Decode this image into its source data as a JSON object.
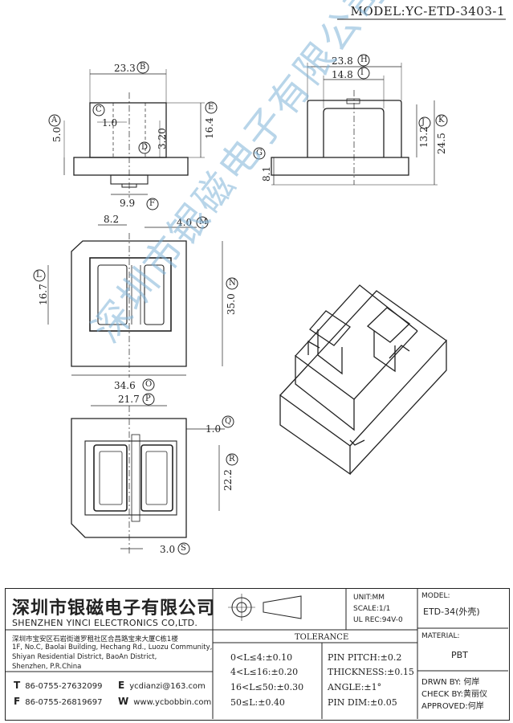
{
  "model_title": "MODEL:YC-ETD-3403-1",
  "dims": {
    "b": "23.3",
    "b_tag": "B",
    "c_tag": "C",
    "c": "1.0",
    "d_tag": "D",
    "d": "3.20",
    "a_tag": "A",
    "a": "5.0",
    "e_tag": "E",
    "e": "16.4",
    "f": "9.9",
    "f_tag": "F",
    "h": "23.8",
    "h_tag": "H",
    "i": "14.8",
    "i_tag": "I",
    "j_tag": "J",
    "j": "13.2",
    "k_tag": "K",
    "k": "24.5",
    "g_tag": "G",
    "g": "8.1",
    "m8": "8.2",
    "m": "4.0",
    "m_tag": "M",
    "l_tag": "L",
    "l": "16.7",
    "n_tag": "N",
    "n": "35.0",
    "o": "34.6",
    "o_tag": "O",
    "p": "21.7",
    "p_tag": "P",
    "q": "1.0",
    "q_tag": "Q",
    "r_tag": "R",
    "r": "22.2",
    "s": "3.0",
    "s_tag": "S"
  },
  "watermark": "深圳市银磁电子有限公司",
  "company": {
    "name_cn": "深圳市银磁电子有限公司",
    "name_en": "SHENZHEN YINCI ELECTRONICS CO,LTD.",
    "addr_cn": "深圳市宝安区石岩街道罗租社区合昌路宝来大厦C栋1楼",
    "addr_en1": "1F, No.C, Baolai Building, Hechang Rd., Luozu Community,",
    "addr_en2": "Shiyan Residential District, BaoAn District,",
    "addr_en3": "Shenzhen, P.R.China",
    "t_label": "T",
    "tel": "86-0755-27632099",
    "e_label": "E",
    "email": "ycdianzi@163.com",
    "f_label": "F",
    "fax": "86-0755-26819697",
    "w_label": "W",
    "web": "www.ycbobbin.com"
  },
  "units": {
    "unit": "UNIT:MM",
    "scale": "SCALE:1/1",
    "ul": "UL REC:94V-0"
  },
  "model_box": {
    "label": "MODEL:",
    "value": "ETD-34(外壳)"
  },
  "tolerance": {
    "title": "TOLERANCE",
    "rows": [
      "0<L≤4:±0.10",
      "4<L≤16:±0.20",
      "16<L≤50:±0.30",
      "50≤L:±0.40"
    ],
    "right": [
      "PIN PITCH:±0.2",
      "THICKNESS:±0.15",
      "ANGLE:±1°",
      "PIN DIM:±0.05"
    ]
  },
  "material": {
    "label": "MATERIAL:",
    "value": "PBT"
  },
  "signoff": {
    "drwn": "DRWN BY: 何岸",
    "check": "CHECK BY:黄丽仪",
    "approved": "APPROVED:何岸"
  }
}
